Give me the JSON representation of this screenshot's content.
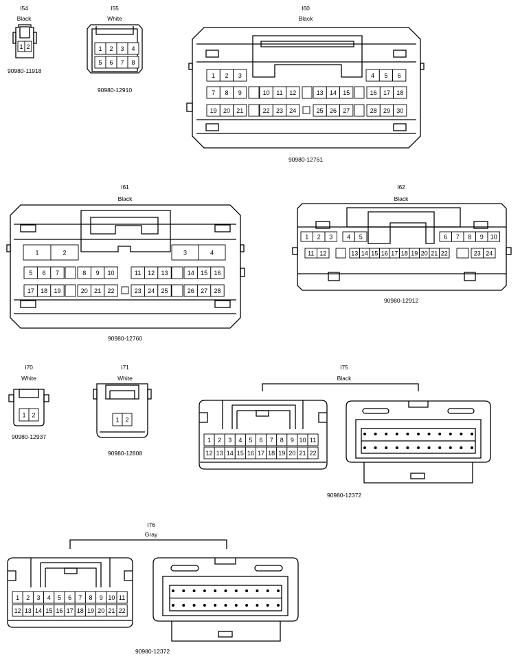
{
  "connectors": {
    "i54": {
      "id": "I54",
      "color": "Black",
      "part": "90980-11918"
    },
    "i55": {
      "id": "I55",
      "color": "White",
      "part": "90980-12910"
    },
    "i60": {
      "id": "I60",
      "color": "Black",
      "part": "90980-12761"
    },
    "i61": {
      "id": "I61",
      "color": "Black",
      "part": "90980-12760"
    },
    "i62": {
      "id": "I62",
      "color": "Black",
      "part": "90980-12912"
    },
    "i70": {
      "id": "I70",
      "color": "White",
      "part": "90980-12937"
    },
    "i71": {
      "id": "I71",
      "color": "White",
      "part": "90980-12808"
    },
    "i75": {
      "id": "I75",
      "color": "Black",
      "part": "90980-12372"
    },
    "i76": {
      "id": "I76",
      "color": "Gray",
      "part": "90980-12372"
    }
  },
  "pins": {
    "i54": [
      "1",
      "2"
    ],
    "i55": [
      "1",
      "2",
      "3",
      "4",
      "5",
      "6",
      "7",
      "8"
    ],
    "i60": [
      "1",
      "2",
      "3",
      "4",
      "5",
      "6",
      "7",
      "8",
      "9",
      "10",
      "11",
      "12",
      "13",
      "14",
      "15",
      "16",
      "17",
      "18",
      "19",
      "20",
      "21",
      "22",
      "23",
      "24",
      "25",
      "26",
      "27",
      "28",
      "29",
      "30"
    ],
    "i61": [
      "1",
      "2",
      "3",
      "4",
      "5",
      "6",
      "7",
      "8",
      "9",
      "10",
      "11",
      "12",
      "13",
      "14",
      "15",
      "16",
      "17",
      "18",
      "19",
      "20",
      "21",
      "22",
      "23",
      "24",
      "25",
      "26",
      "27",
      "28"
    ],
    "i62": [
      "1",
      "2",
      "3",
      "4",
      "5",
      "6",
      "7",
      "8",
      "9",
      "10",
      "11",
      "12",
      "13",
      "14",
      "15",
      "16",
      "17",
      "18",
      "19",
      "20",
      "21",
      "22",
      "23",
      "24"
    ],
    "i70": [
      "1",
      "2"
    ],
    "i71": [
      "1",
      "2"
    ],
    "i75": [
      "1",
      "2",
      "3",
      "4",
      "5",
      "6",
      "7",
      "8",
      "9",
      "10",
      "11",
      "12",
      "13",
      "14",
      "15",
      "16",
      "17",
      "18",
      "19",
      "20",
      "21",
      "22"
    ],
    "i76": [
      "1",
      "2",
      "3",
      "4",
      "5",
      "6",
      "7",
      "8",
      "9",
      "10",
      "11",
      "12",
      "13",
      "14",
      "15",
      "16",
      "17",
      "18",
      "19",
      "20",
      "21",
      "22"
    ]
  }
}
